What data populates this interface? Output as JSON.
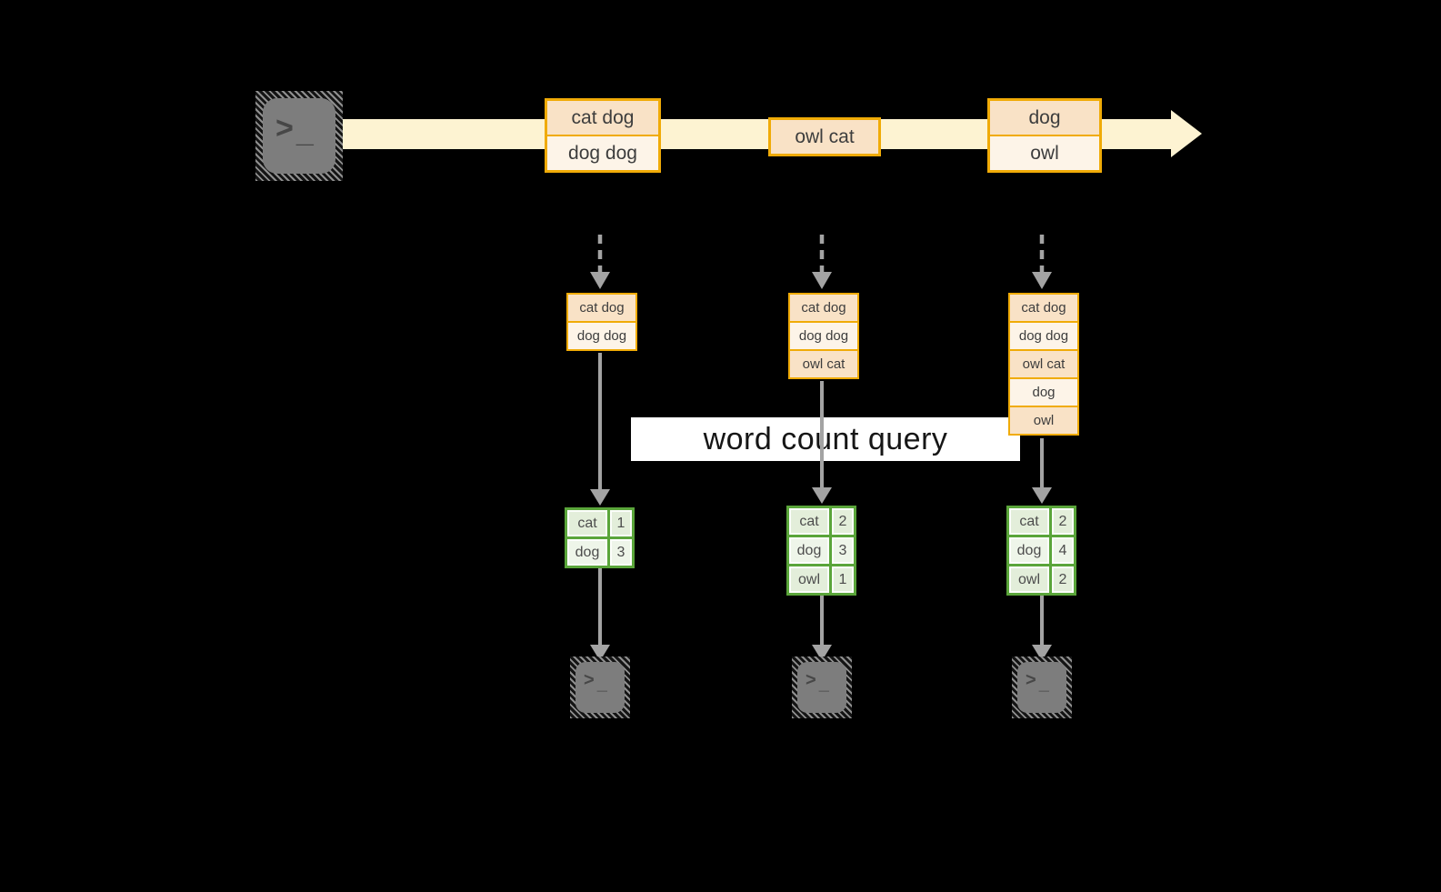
{
  "diagram": {
    "banner_label": "word count query"
  },
  "terminal": {
    "chevron": ">",
    "underscore": "_"
  },
  "stream": {
    "events": [
      {
        "rows": [
          "cat dog",
          "dog dog"
        ]
      },
      {
        "rows": [
          "owl cat"
        ]
      },
      {
        "rows": [
          "dog",
          "owl"
        ]
      }
    ]
  },
  "columns": [
    {
      "state_rows": [
        "cat dog",
        "dog dog"
      ],
      "counts": [
        {
          "word": "cat",
          "count": 1
        },
        {
          "word": "dog",
          "count": 3
        }
      ]
    },
    {
      "state_rows": [
        "cat dog",
        "dog dog",
        "owl cat"
      ],
      "counts": [
        {
          "word": "cat",
          "count": 2
        },
        {
          "word": "dog",
          "count": 3
        },
        {
          "word": "owl",
          "count": 1
        }
      ]
    },
    {
      "state_rows": [
        "cat dog",
        "dog dog",
        "owl cat",
        "dog",
        "owl"
      ],
      "counts": [
        {
          "word": "cat",
          "count": 2
        },
        {
          "word": "dog",
          "count": 4
        },
        {
          "word": "owl",
          "count": 2
        }
      ]
    }
  ],
  "colors": {
    "background": "#000000",
    "stream_band": "#fdf3d2",
    "accent_amber": "#f0ab07",
    "row_peach": "#f9e2c6",
    "row_cream": "#fdf4e8",
    "table_green": "#5aa53a",
    "cell_green_dark": "#e3eeda",
    "cell_green_light": "#eef5e9",
    "arrow_gray": "#a3a3a3",
    "terminal_gray": "#7d7d7d",
    "banner_white": "#ffffff"
  }
}
